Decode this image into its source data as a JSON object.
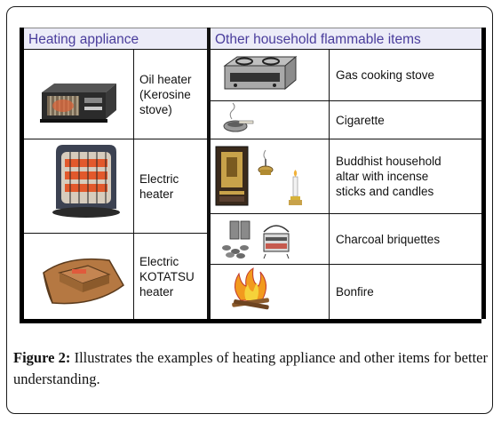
{
  "table": {
    "headers": {
      "heating": "Heating appliance",
      "other": "Other household flammable items"
    },
    "heating_items": [
      {
        "label": "Oil heater\n(Kerosine\nstove)",
        "icon": "oil-heater-icon"
      },
      {
        "label": "Electric\nheater",
        "icon": "electric-heater-icon"
      },
      {
        "label": "Electric\nKOTATSU\nheater",
        "icon": "kotatsu-heater-icon"
      }
    ],
    "other_items": [
      {
        "label": "Gas cooking stove",
        "icon": "gas-stove-icon"
      },
      {
        "label": "Cigarette",
        "icon": "cigarette-icon"
      },
      {
        "label": "Buddhist household\naltar with incense\nsticks and candles",
        "icon": "buddhist-altar-icon"
      },
      {
        "label": "Charcoal briquettes",
        "icon": "charcoal-briquettes-icon"
      },
      {
        "label": "Bonfire",
        "icon": "bonfire-icon"
      }
    ]
  },
  "caption": {
    "label": "Figure 2:",
    "text": " Illustrates the examples of heating appliance and other items for better understanding."
  },
  "colors": {
    "header_text": "#4a3d9c",
    "header_bg": "#ececf8",
    "border": "#111111"
  }
}
